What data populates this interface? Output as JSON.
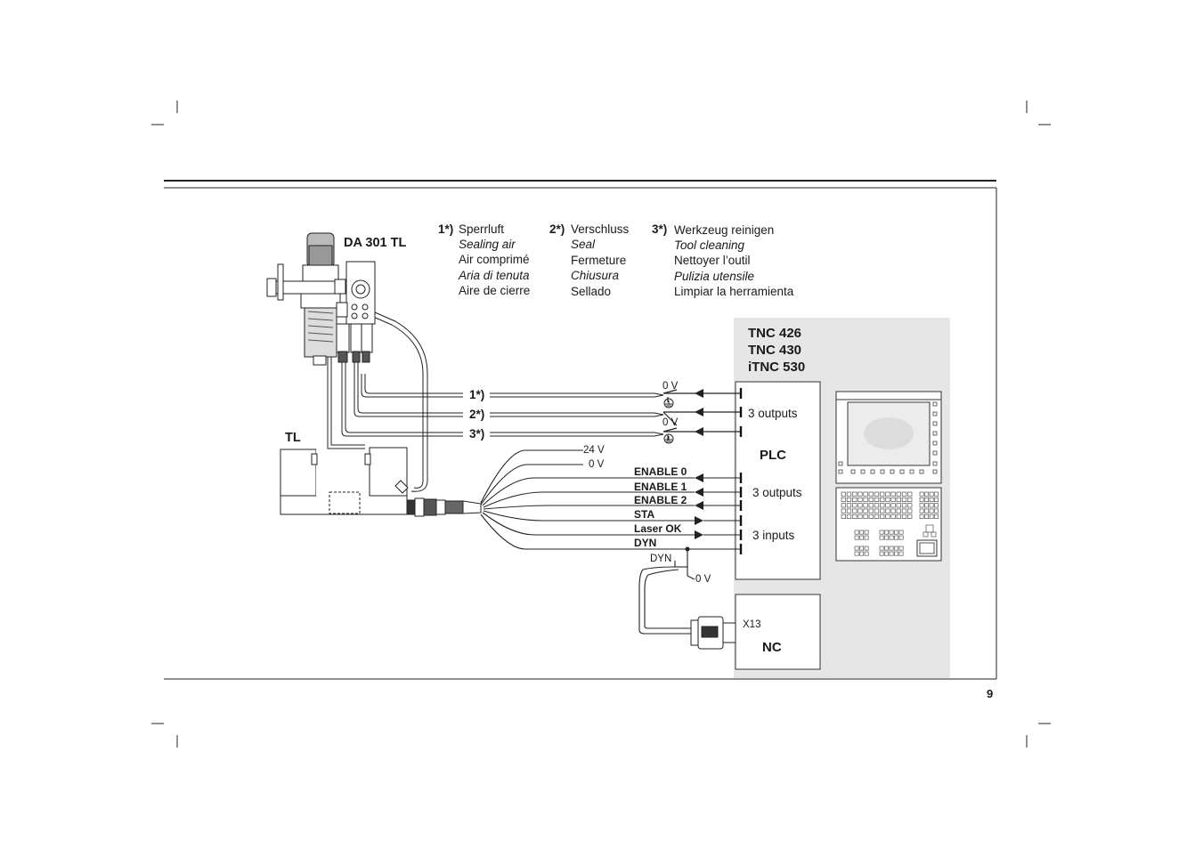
{
  "legend": [
    {
      "num": "1*)",
      "lines": [
        "Sperrluft",
        "Sealing air",
        "Air comprimé",
        "Aria di tenuta",
        "Aire de cierre"
      ]
    },
    {
      "num": "2*)",
      "lines": [
        "Verschluss",
        "Seal",
        "Fermeture",
        "Chiusura",
        "Sellado"
      ]
    },
    {
      "num": "3*)",
      "lines": [
        "Werkzeug reinigen",
        "Tool cleaning",
        "Nettoyer l’outil",
        "Pulizia utensile",
        "Limpiar la herramienta"
      ]
    }
  ],
  "device_labels": {
    "da": "DA 301 TL",
    "tl": "TL"
  },
  "control": {
    "model1": "TNC 426",
    "model2": "TNC 430",
    "model3": "iTNC 530",
    "plc": "PLC",
    "nc": "NC",
    "x13": "X13"
  },
  "pneumatic_lines": [
    "1*)",
    "2*)",
    "3*)"
  ],
  "voltages": {
    "zero_v": "0 V",
    "v24": "24 V"
  },
  "plc_groups": {
    "outputs": "3 outputs",
    "inputs": "3 inputs"
  },
  "signals": {
    "en0": "ENABLE 0",
    "en1": "ENABLE 1",
    "en2": "ENABLE 2",
    "sta": "STA",
    "laser": "Laser OK",
    "dyn": "DYN"
  },
  "dyn_small": "DYN",
  "page_number": "9"
}
